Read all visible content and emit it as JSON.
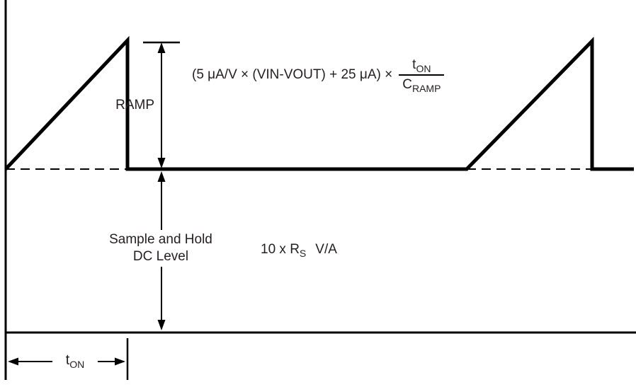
{
  "figure": {
    "ramp_label": "RAMP",
    "ramp_formula": {
      "prefix": "(5 μA/V × (VIN-VOUT) + 25 μA) ×",
      "numerator": {
        "base": "t",
        "sub": "ON"
      },
      "denominator": {
        "base": "C",
        "sub": "RAMP"
      }
    },
    "dc_label": {
      "line1": "Sample and Hold",
      "line2": "DC Level"
    },
    "dc_formula": {
      "prefix": "10 x R",
      "sub": "S",
      "suffix": "V/A"
    },
    "ton_label": {
      "base": "t",
      "sub": "ON"
    },
    "colors": {
      "line": "#000000",
      "text": "#231f20",
      "background": "#ffffff"
    }
  }
}
